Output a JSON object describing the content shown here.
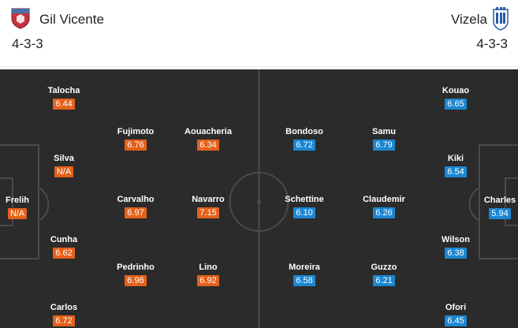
{
  "home": {
    "name": "Gil Vicente",
    "formation": "4-3-3",
    "accent_color": "#e4611b",
    "crest_icon": "gil-vicente-crest-icon",
    "players": [
      {
        "id": "talocha",
        "name": "Talocha",
        "rating": "6.44"
      },
      {
        "id": "silva",
        "name": "Silva",
        "rating": "N/A"
      },
      {
        "id": "cunha",
        "name": "Cunha",
        "rating": "6.62"
      },
      {
        "id": "carlos",
        "name": "Carlos",
        "rating": "6.72"
      },
      {
        "id": "frelih",
        "name": "Frelih",
        "rating": "N/A"
      },
      {
        "id": "fujimoto",
        "name": "Fujimoto",
        "rating": "6.76"
      },
      {
        "id": "aouacheria",
        "name": "Aouacheria",
        "rating": "6.34"
      },
      {
        "id": "carvalho",
        "name": "Carvalho",
        "rating": "6.97"
      },
      {
        "id": "navarro",
        "name": "Navarro",
        "rating": "7.15"
      },
      {
        "id": "pedrinho",
        "name": "Pedrinho",
        "rating": "6.96"
      },
      {
        "id": "lino",
        "name": "Lino",
        "rating": "6.92"
      }
    ]
  },
  "away": {
    "name": "Vizela",
    "formation": "4-3-3",
    "accent_color": "#1b87d1",
    "crest_icon": "vizela-crest-icon",
    "players": [
      {
        "id": "kouao",
        "name": "Kouao",
        "rating": "6.65"
      },
      {
        "id": "kiki",
        "name": "Kiki",
        "rating": "6.54"
      },
      {
        "id": "wilson",
        "name": "Wilson",
        "rating": "6.38"
      },
      {
        "id": "ofori",
        "name": "Ofori",
        "rating": "6.45"
      },
      {
        "id": "charles",
        "name": "Charles",
        "rating": "5.94"
      },
      {
        "id": "bondoso",
        "name": "Bondoso",
        "rating": "6.72"
      },
      {
        "id": "samu",
        "name": "Samu",
        "rating": "6.79"
      },
      {
        "id": "schettine",
        "name": "Schettine",
        "rating": "6.10"
      },
      {
        "id": "claudemir",
        "name": "Claudemir",
        "rating": "6.26"
      },
      {
        "id": "moreira",
        "name": "Moreira",
        "rating": "6.58"
      },
      {
        "id": "guzzo",
        "name": "Guzzo",
        "rating": "6.21"
      }
    ]
  }
}
